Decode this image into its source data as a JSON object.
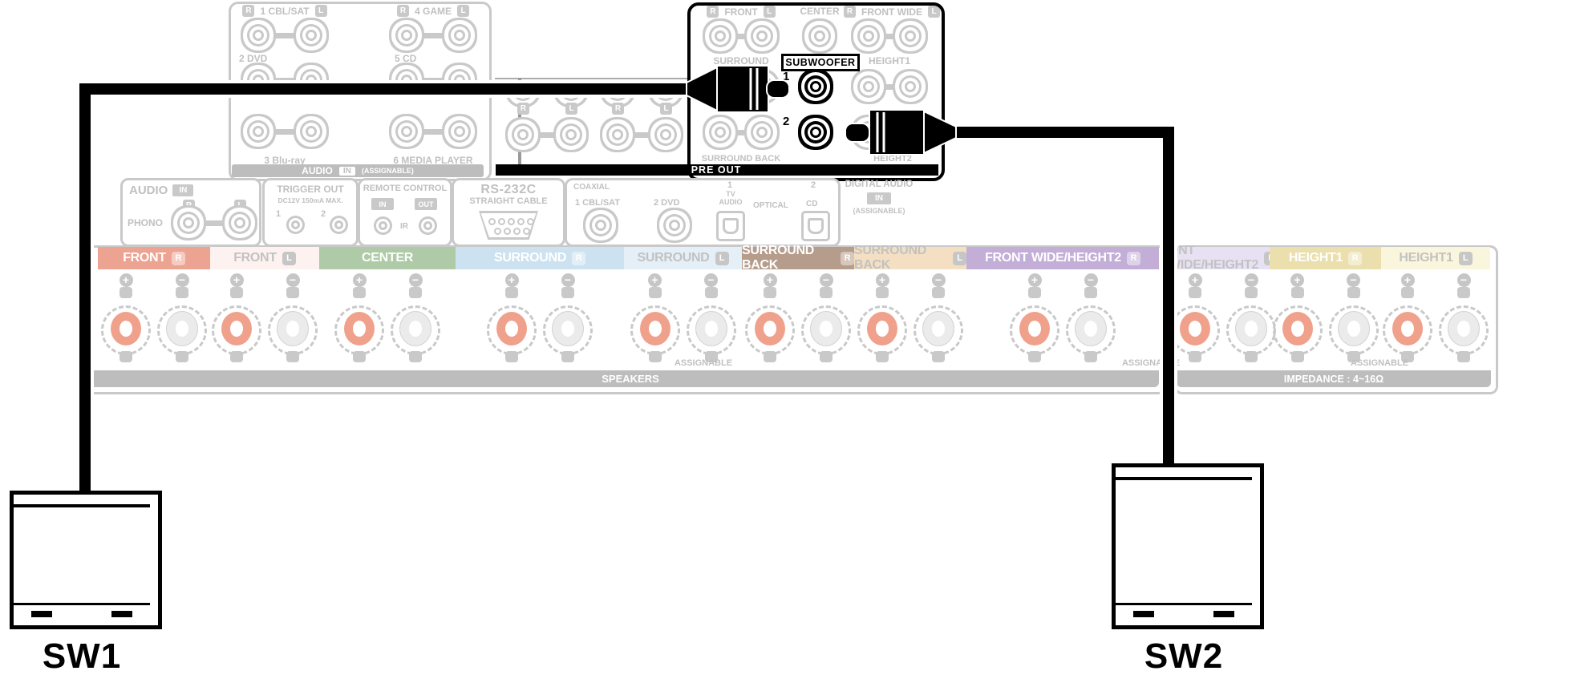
{
  "rl": {
    "r": "R",
    "l": "L"
  },
  "nums": {
    "n1": "1",
    "n2": "2"
  },
  "inputs_panel": {
    "col1_row1": "1 CBL/SAT",
    "col2_row1": "4 GAME",
    "col1_row2": "2 DVD",
    "col2_row2": "5 CD",
    "col1_row3": "3 Blu-ray",
    "col2_row3": "6 MEDIA PLAYER",
    "footer_audio": "AUDIO",
    "footer_in": "IN",
    "footer_assignable": "(ASSIGNABLE)"
  },
  "middle": {
    "audio": {
      "header": "AUDIO",
      "in": "IN",
      "phono": "PHONO"
    },
    "trigger": {
      "header": "TRIGGER OUT",
      "spec": "DC12V 150mA MAX."
    },
    "remote": {
      "header": "REMOTE CONTROL",
      "in": "IN",
      "out": "OUT",
      "ir": "IR"
    },
    "rs232": {
      "header": "RS-232C",
      "sub": "STRAIGHT CABLE"
    },
    "digital": {
      "coaxial": "COAXIAL",
      "coax1": "1 CBL/SAT",
      "coax2": "2 DVD",
      "opt1_line1": "TV",
      "opt1_line2": "AUDIO",
      "optical": "OPTICAL",
      "cd": "CD",
      "header": "DIGITAL AUDIO",
      "in": "IN",
      "assignable": "(ASSIGNABLE)"
    }
  },
  "preout": {
    "bar": "PRE OUT",
    "front": "FRONT",
    "center": "CENTER",
    "front_wide": "FRONT WIDE",
    "surround": "SURROUND",
    "subwoofer": "SUBWOOFER",
    "height1": "HEIGHT1",
    "surround_back": "SURROUND BACK",
    "height2": "HEIGHT2"
  },
  "speakers": {
    "labels": [
      {
        "text": "FRONT",
        "ch": "R",
        "bg": "#eda391",
        "pale": false
      },
      {
        "text": "FRONT",
        "ch": "L",
        "bg": "#fdf2ef",
        "pale": true
      },
      {
        "text": "CENTER",
        "ch": "",
        "bg": "#aecaa6",
        "pale": false
      },
      {
        "text": "SURROUND",
        "ch": "R",
        "bg": "#cde2f0",
        "pale": false
      },
      {
        "text": "SURROUND",
        "ch": "L",
        "bg": "#e4eff7",
        "pale": true
      },
      {
        "text": "SURROUND BACK",
        "ch": "R",
        "bg": "#b69c8b",
        "pale": false
      },
      {
        "text": "SURROUND BACK",
        "ch": "L",
        "bg": "#f4dfc2",
        "pale": true
      },
      {
        "text": "FRONT WIDE/HEIGHT2",
        "ch": "R",
        "bg": "#c3aed8",
        "pale": false
      },
      {
        "text": "ONT WIDE/HEIGHT2",
        "ch": "L",
        "bg": "#e7e1f3",
        "pale": true
      },
      {
        "text": "HEIGHT1",
        "ch": "R",
        "bg": "#eadfad",
        "pale": false
      },
      {
        "text": "HEIGHT1",
        "ch": "L",
        "bg": "#faf6dd",
        "pale": true
      }
    ],
    "assignable": "ASSIGNABLE",
    "bar_left": "SPEAKERS",
    "bar_right": "IMPEDANCE : 4~16Ω"
  },
  "subwoofers": {
    "sw1": "SW1",
    "sw2": "SW2"
  },
  "colors": {
    "highlight": "#000000",
    "dim_line": "#c9c9c9",
    "dim_text": "#c0c0c0",
    "bar_gray": "#bdbdbd",
    "post_red": "#f0a18c"
  }
}
